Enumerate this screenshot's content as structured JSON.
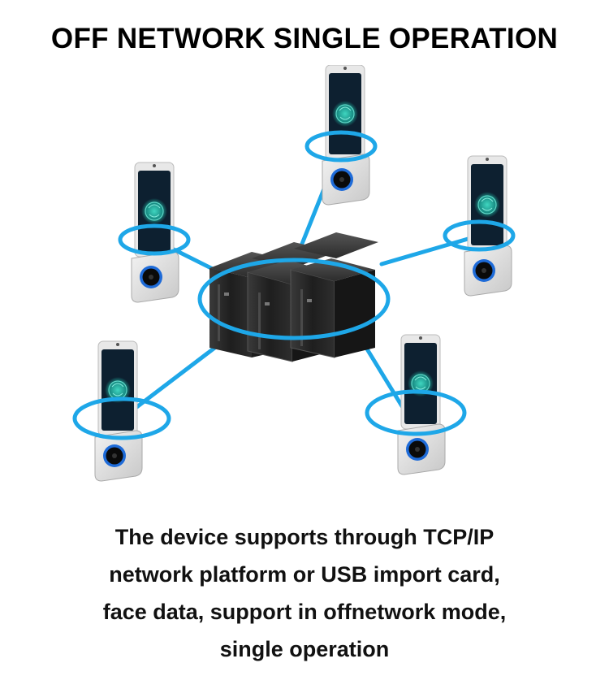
{
  "title": "OFF NETWORK SINGLE OPERATION",
  "caption": [
    "The device supports through TCP/IP",
    "network platform or USB import card,",
    "face data, support in offnetwork mode,",
    "single operation"
  ],
  "colors": {
    "ring": "#1ea7e8",
    "server": "#2a2a2a",
    "screen": "#0d2030",
    "face_glow": "#2bb0a0",
    "device_body": "#dcdcdc",
    "reader_ring": "#1e6bd8"
  },
  "icons": [
    "server-rack-icon",
    "face-recognition-terminal-icon"
  ]
}
